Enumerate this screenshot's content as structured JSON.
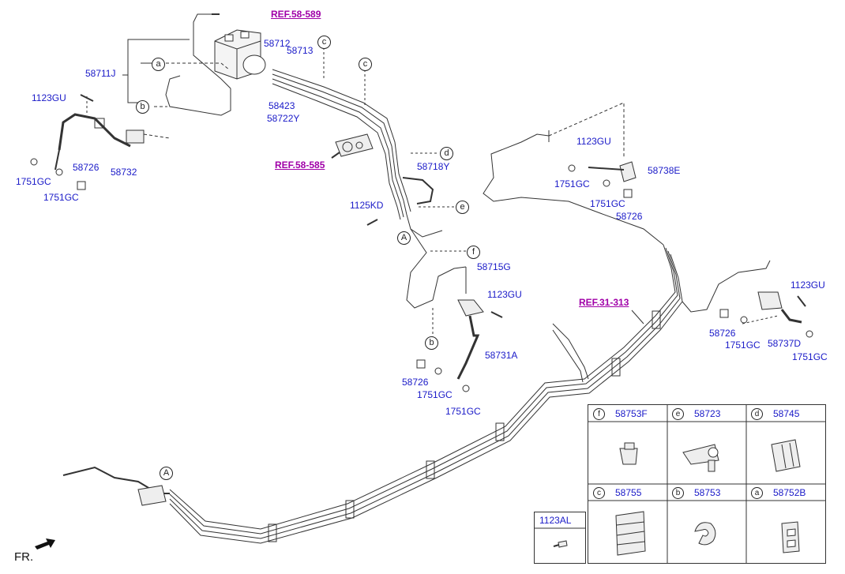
{
  "labels": {
    "p58711J": "58711J",
    "p1123GU_a": "1123GU",
    "p1751GC_a": "1751GC",
    "p1751GC_b": "1751GC",
    "p58726_a": "58726",
    "p58732": "58732",
    "p58712": "58712",
    "p58713": "58713",
    "p58423": "58423",
    "p58722Y": "58722Y",
    "p58718Y": "58718Y",
    "p1125KD": "1125KD",
    "p58715G": "58715G",
    "p1123GU_b": "1123GU",
    "p58731A": "58731A",
    "p58726_b": "58726",
    "p1751GC_c": "1751GC",
    "p1751GC_d": "1751GC",
    "p1123GU_c": "1123GU",
    "p58738E": "58738E",
    "p1751GC_e": "1751GC",
    "p1751GC_f": "1751GC",
    "p58726_c": "58726",
    "p1123GU_d": "1123GU",
    "p58726_d": "58726",
    "p1751GC_g": "1751GC",
    "p58737D": "58737D",
    "p1751GC_h": "1751GC"
  },
  "refs": {
    "r1": "REF.58-589",
    "r2": "REF.58-585",
    "r3": "REF.31-313"
  },
  "callouts": {
    "a1": "a",
    "b1": "b",
    "c1": "c",
    "c2": "c",
    "d1": "d",
    "e1": "e",
    "A1": "A",
    "f1": "f",
    "b2": "b",
    "A2": "A"
  },
  "legend_table": {
    "cells": [
      {
        "letter": "f",
        "part": "58753F"
      },
      {
        "letter": "e",
        "part": "58723"
      },
      {
        "letter": "d",
        "part": "58745"
      },
      {
        "letter": "c",
        "part": "58755"
      },
      {
        "letter": "b",
        "part": "58753"
      },
      {
        "letter": "a",
        "part": "58752B"
      }
    ],
    "extra_part": "1123AL"
  },
  "direction_label": "FR.",
  "colors": {
    "part_text": "#1a1ac8",
    "ref_text": "#a000a8",
    "line": "#333333"
  }
}
